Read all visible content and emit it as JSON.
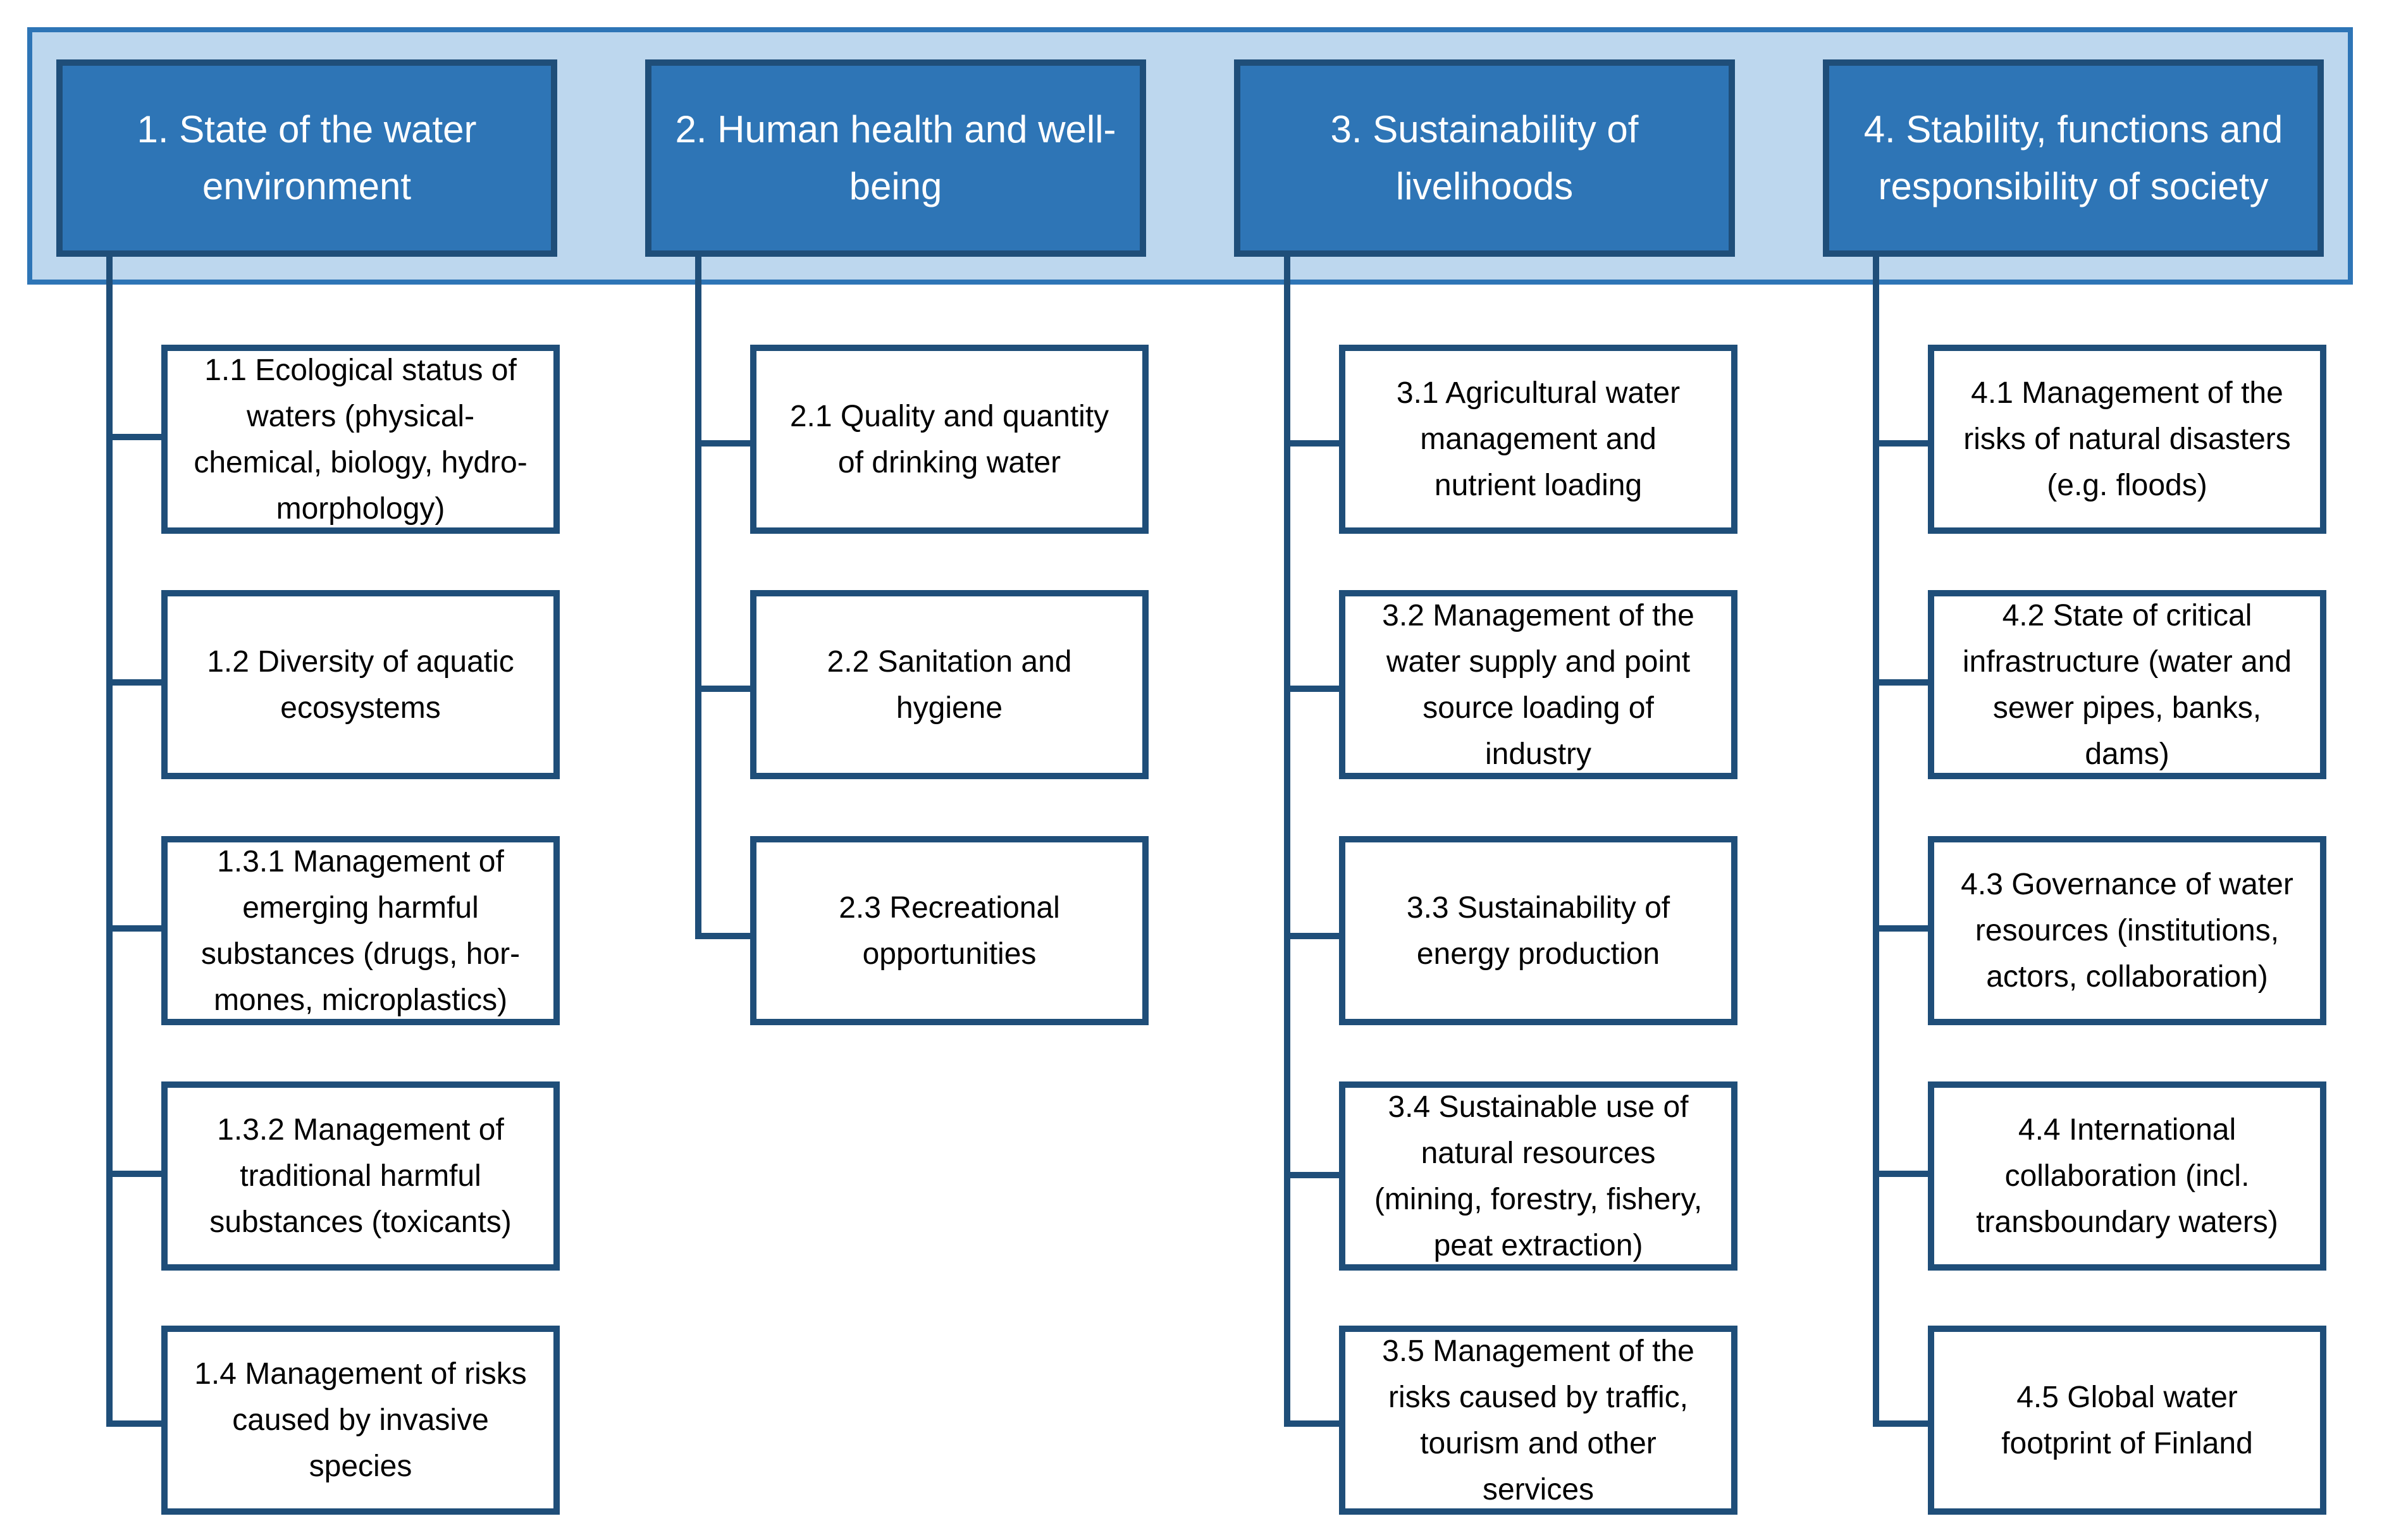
{
  "headers": [
    "1. State of the water environment",
    "2. Human health and well-being",
    "3. Sustainability of livelihoods",
    "4. Stability, functions and responsibility of society"
  ],
  "columns": [
    {
      "items": [
        "1.1 Ecological status of\nwaters (physical-\nchemical, biology, hydro-\nmorphology)",
        "1.2 Diversity of aquatic\necosystems",
        "1.3.1 Management of\nemerging harmful\nsubstances (drugs, hor-\nmones, microplastics)",
        "1.3.2 Management of\ntraditional harmful\nsubstances (toxicants)",
        "1.4 Management of risks\ncaused by invasive\nspecies"
      ]
    },
    {
      "items": [
        "2.1 Quality and quantity\nof drinking water",
        "2.2 Sanitation and\nhygiene",
        "2.3 Recreational\nopportunities"
      ]
    },
    {
      "items": [
        "3.1 Agricultural water\nmanagement and\nnutrient loading",
        "3.2 Management of the\nwater supply and point\nsource loading of\nindustry",
        "3.3 Sustainability of\nenergy production",
        "3.4 Sustainable use of\nnatural resources\n(mining, forestry, fishery,\npeat extraction)",
        "3.5 Management of the\nrisks caused by traffic,\ntourism and other\nservices"
      ]
    },
    {
      "items": [
        "4.1 Management of the\nrisks of natural disasters\n(e.g. floods)",
        "4.2 State of critical\ninfrastructure (water and\nsewer pipes, banks,\ndams)",
        "4.3 Governance of water\nresources (institutions,\nactors, collaboration)",
        "4.4 International\ncollaboration (incl.\ntransboundary waters)",
        "4.5 Global water\nfootprint of Finland"
      ]
    }
  ],
  "colors": {
    "band_fill": "#bdd7ee",
    "band_border": "#2e75b6",
    "header_fill": "#2e75b6",
    "dark_border": "#1f4e79",
    "header_text": "#ffffff",
    "box_text": "#000000"
  }
}
